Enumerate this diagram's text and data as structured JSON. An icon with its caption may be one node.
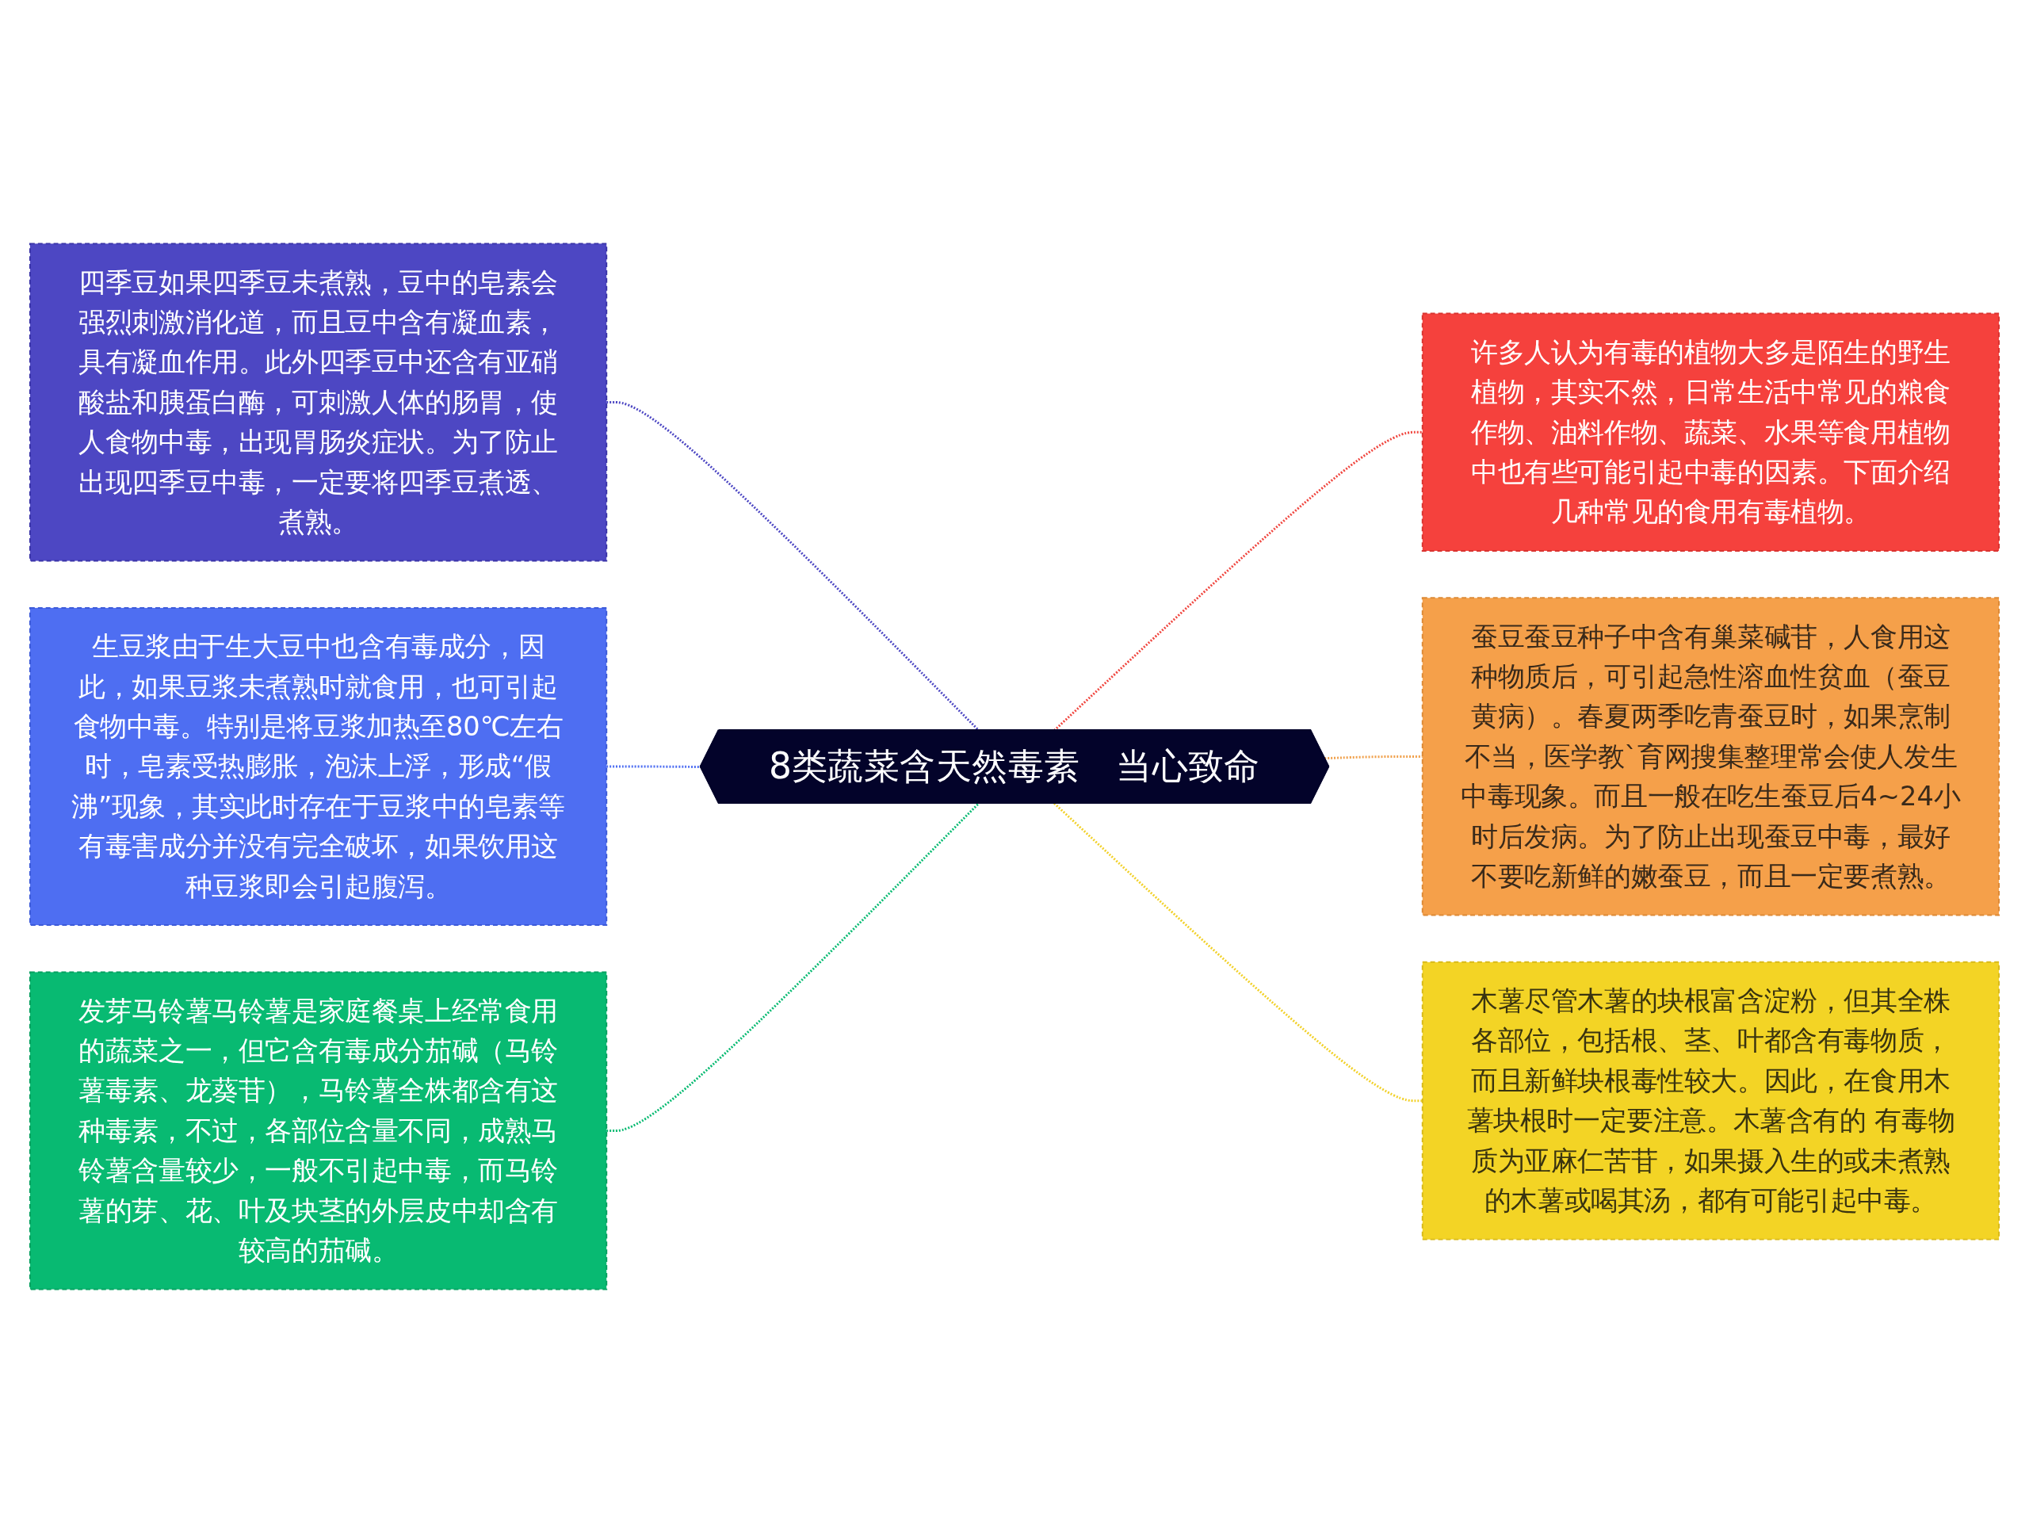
{
  "diagram": {
    "nodes": [
      {
        "text": [
          "8类蔬菜含天然毒素　当心致命"
        ]
      },
      {
        "text": [
          "四季豆如果四季豆未煮熟，豆中的皂素会强烈刺激消化道，而且豆中含有凝血素，具有凝血作用。此外四季豆中还含有亚硝酸盐和胰蛋白酶，可刺激人体的肠胃，使人食物中毒，出现胃肠炎症状。为了防止出现四季豆中毒，一定要将四季豆煮透、煮熟。"
        ]
      },
      {
        "text": [
          "生豆浆由于生大豆中也含有毒成分，因此，如果豆浆未煮熟时就食用，也可引起食物中毒。特别是将豆浆加热至80℃左右时，皂素受热膨胀，泡沫上浮，形成“假沸”现象，其实此时存在于豆浆中的皂素等有毒害成分并没有完全破坏，如果饮用这种豆浆即会引起腹泻。"
        ]
      },
      {
        "text": [
          "发芽马铃薯马铃薯是家庭餐桌上经常食用的蔬菜之一，但它含有毒成分茄碱（马铃薯毒素、龙葵苷），马铃薯全株都含有这种毒素，不过，各部位含量不同，成熟马铃薯含量较少，一般不引起中毒，而马铃薯的芽、花、叶及块茎的外层皮中却含有较高的茄碱。"
        ]
      },
      {
        "text": [
          "许多人认为有毒的植物大多是陌生的野生植物，其实不然，日常生活中常见的粮食作物、油料作物、蔬菜、水果等食用植物中也有些可能引起中毒的因素。下面介绍几种常见的食用有毒植物。"
        ]
      },
      {
        "text": [
          "蚕豆蚕豆种子中含有巢菜碱苷，人食用这种物质后，可引起急性溶血性贫血（蚕豆黄病）。春夏两季吃青蚕豆时，如果烹制不当，医学教`育网搜集整理常会使人发生中毒现象。而且一般在吃生蚕豆后4~24小时后发病。为了防止出现蚕豆中毒，最好不要吃新鲜的嫩蚕豆，而且一定要煮熟。"
        ]
      },
      {
        "text": [
          "木薯尽管木薯的块根富含淀粉，但其全株各部位，包括根、茎、叶都含有毒物质，而且新鲜块根毒性较大。因此，在食用木薯块根时一定要注意。木薯含有的 有毒物质为亚麻仁苦苷，如果摄入生的或未煮熟的木薯或喝其汤，都有可能引起中毒。"
        ]
      }
    ],
    "edges": [
      {
        "from": 1,
        "to": 0,
        "arrow": "none",
        "style": "dashed",
        "color": "#4d47c3"
      },
      {
        "from": 2,
        "to": 0,
        "arrow": "none",
        "style": "dashed",
        "color": "#4e6ef2"
      },
      {
        "from": 3,
        "to": 0,
        "arrow": "none",
        "style": "dashed",
        "color": "#08ba72"
      },
      {
        "from": 0,
        "to": 4,
        "arrow": "none",
        "style": "dashed",
        "color": "#f0463f"
      },
      {
        "from": 0,
        "to": 5,
        "arrow": "none",
        "style": "dashed",
        "color": "#f0a04b"
      },
      {
        "from": 0,
        "to": 6,
        "arrow": "none",
        "style": "dashed",
        "color": "#f2d12a"
      }
    ]
  }
}
